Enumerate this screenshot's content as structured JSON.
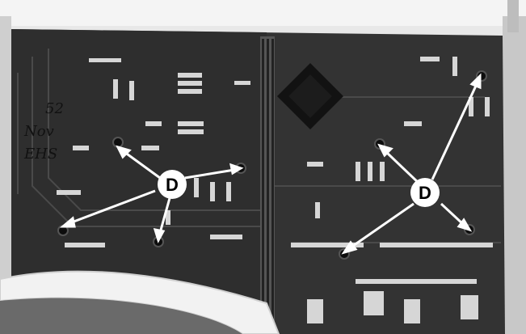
{
  "board": {
    "handwriting": [
      "52",
      "Nov",
      "EHS"
    ]
  },
  "callouts": [
    {
      "id": "left",
      "label": "D"
    },
    {
      "id": "right",
      "label": "D"
    }
  ],
  "colors": {
    "board_dark": "#2b2b2b",
    "board_mid": "#3b3b3b",
    "chip": "#111111",
    "component_light": "#d8d8d8",
    "arrow": "#ffffff"
  }
}
